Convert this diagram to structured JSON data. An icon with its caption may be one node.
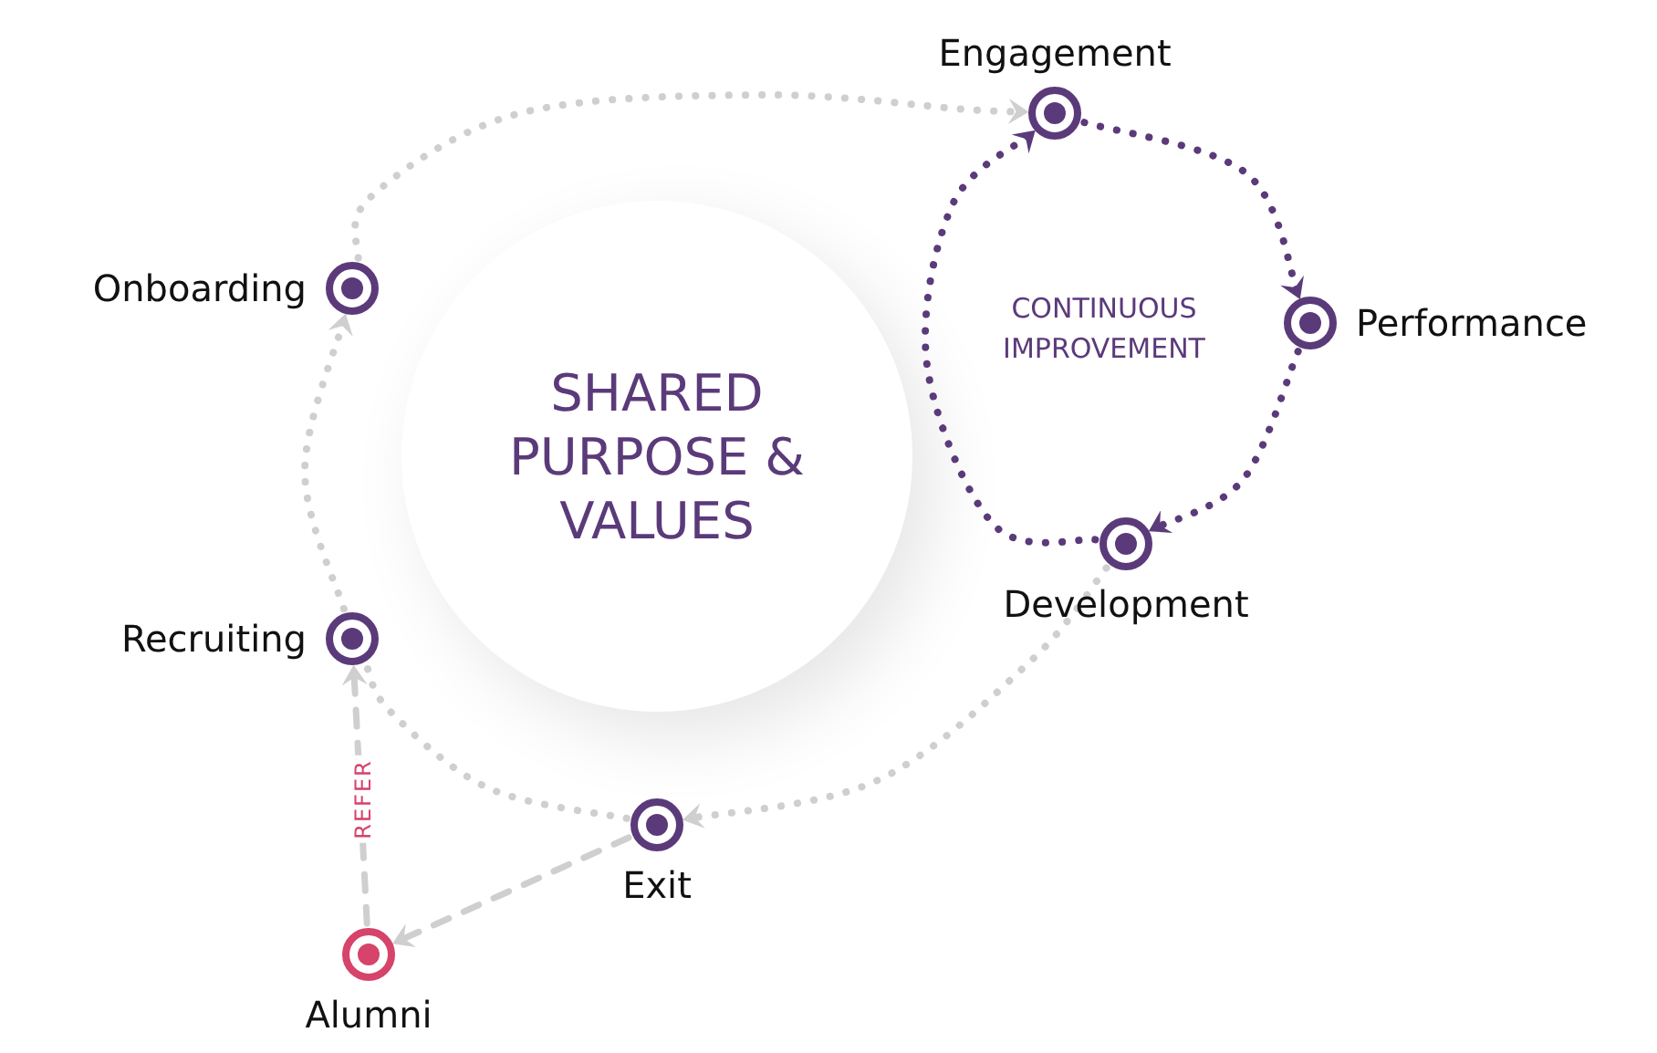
{
  "diagram": {
    "nodes": [
      {
        "text": [
          "SHARED PURPOSE & VALUES"
        ]
      },
      {
        "text": [
          "Onboarding"
        ]
      },
      {
        "text": [
          "Engagement"
        ]
      },
      {
        "text": [
          "Performance"
        ]
      },
      {
        "text": [
          "Development"
        ]
      },
      {
        "text": [
          "Exit"
        ]
      },
      {
        "text": [
          "Alumni"
        ]
      },
      {
        "text": [
          "Recruiting"
        ]
      }
    ],
    "edges": [
      {
        "from": 1,
        "to": 2,
        "arrow": "to"
      },
      {
        "from": 2,
        "to": 3,
        "arrow": "to",
        "color": "#5b3a7a"
      },
      {
        "from": 3,
        "to": 4,
        "arrow": "to",
        "color": "#5b3a7a"
      },
      {
        "from": 4,
        "to": 2,
        "arrow": "to",
        "color": "#5b3a7a"
      },
      {
        "from": 4,
        "to": 5,
        "arrow": "to"
      },
      {
        "from": 5,
        "to": 7,
        "arrow": "none"
      },
      {
        "from": 7,
        "to": 1,
        "arrow": "to"
      },
      {
        "from": 5,
        "to": 6,
        "arrow": "to",
        "style": "dashed"
      },
      {
        "from": 6,
        "to": 7,
        "arrow": "to",
        "style": "dashed",
        "label": "REFER"
      }
    ],
    "labels": [
      "CONTINUOUS IMPROVEMENT"
    ]
  }
}
